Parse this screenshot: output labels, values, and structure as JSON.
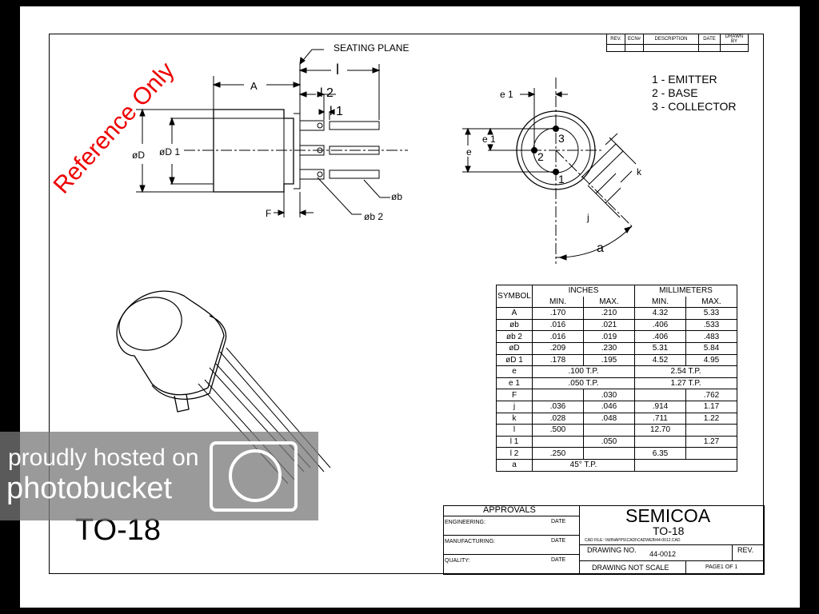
{
  "seating_plane": "SEATING PLANE",
  "reference_stamp": "Reference Only",
  "side_view_labels": {
    "A": "A",
    "l": "l",
    "l2": "l 2",
    "l1": "l 1",
    "oD": "øD",
    "oD1": "øD 1",
    "F": "F",
    "ob": "øb",
    "ob2": "øb 2"
  },
  "bottom_view_labels": {
    "e1_top": "e 1",
    "e1_side": "e 1",
    "e": "e",
    "k": "k",
    "j": "j",
    "a": "a",
    "pin1": "1",
    "pin2": "2",
    "pin3": "3"
  },
  "pinout": [
    "1 - EMITTER",
    "2 - BASE",
    "3 - COLLECTOR"
  ],
  "revision_header": [
    "REV.",
    "ECN#",
    "DESCRIPTION",
    "DATE",
    "DRAWN BY"
  ],
  "dim_table": {
    "header_symbol": "SYMBOL",
    "header_inches": "INCHES",
    "header_mm": "MILLIMETERS",
    "sub_headers": [
      "MIN.",
      "MAX.",
      "MIN.",
      "MAX."
    ],
    "rows": [
      {
        "symbol": "A",
        "in_min": ".170",
        "in_max": ".210",
        "mm_min": "4.32",
        "mm_max": "5.33"
      },
      {
        "symbol": "øb",
        "in_min": ".016",
        "in_max": ".021",
        "mm_min": ".406",
        "mm_max": ".533"
      },
      {
        "symbol": "øb 2",
        "in_min": ".016",
        "in_max": ".019",
        "mm_min": ".406",
        "mm_max": ".483"
      },
      {
        "symbol": "øD",
        "in_min": ".209",
        "in_max": ".230",
        "mm_min": "5.31",
        "mm_max": "5.84"
      },
      {
        "symbol": "øD 1",
        "in_min": ".178",
        "in_max": ".195",
        "mm_min": "4.52",
        "mm_max": "4.95"
      },
      {
        "symbol": "e",
        "in_span": ".100 T.P.",
        "mm_span": "2.54 T.P."
      },
      {
        "symbol": "e 1",
        "in_span": ".050 T.P.",
        "mm_span": "1.27 T.P."
      },
      {
        "symbol": "F",
        "in_min": "",
        "in_max": ".030",
        "mm_min": "",
        "mm_max": ".762"
      },
      {
        "symbol": "j",
        "in_min": ".036",
        "in_max": ".046",
        "mm_min": ".914",
        "mm_max": "1.17"
      },
      {
        "symbol": "k",
        "in_min": ".028",
        "in_max": ".048",
        "mm_min": ".711",
        "mm_max": "1.22"
      },
      {
        "symbol": "l",
        "in_min": ".500",
        "in_max": "",
        "mm_min": "12.70",
        "mm_max": ""
      },
      {
        "symbol": "l 1",
        "in_min": "",
        "in_max": ".050",
        "mm_min": "",
        "mm_max": "1.27"
      },
      {
        "symbol": "l 2",
        "in_min": ".250",
        "in_max": "",
        "mm_min": "6.35",
        "mm_max": ""
      },
      {
        "symbol": "a",
        "in_span": "45° T.P.",
        "mm_span": ""
      }
    ]
  },
  "title_block": {
    "approvals": "APPROVALS",
    "engineering": "ENGINEERING:",
    "manufacturing": "MANUFACTURING:",
    "quality": "QUALITY:",
    "date": "DATE",
    "company": "SEMICOA",
    "part": "TO-18",
    "cad_file": "CAD FILE: \\\\WINAPPS\\CADI\\CADWEB\\44-0012.CAD",
    "drawing_no_label": "DRAWING NO.",
    "drawing_no": "44-0012",
    "rev_label": "REV.",
    "not_scale": "DRAWING NOT SCALE",
    "page": "PAGE1 OF 1"
  },
  "package_label": "TO-18",
  "watermark": {
    "line1": "proudly hosted on",
    "line2": "photobucket"
  }
}
